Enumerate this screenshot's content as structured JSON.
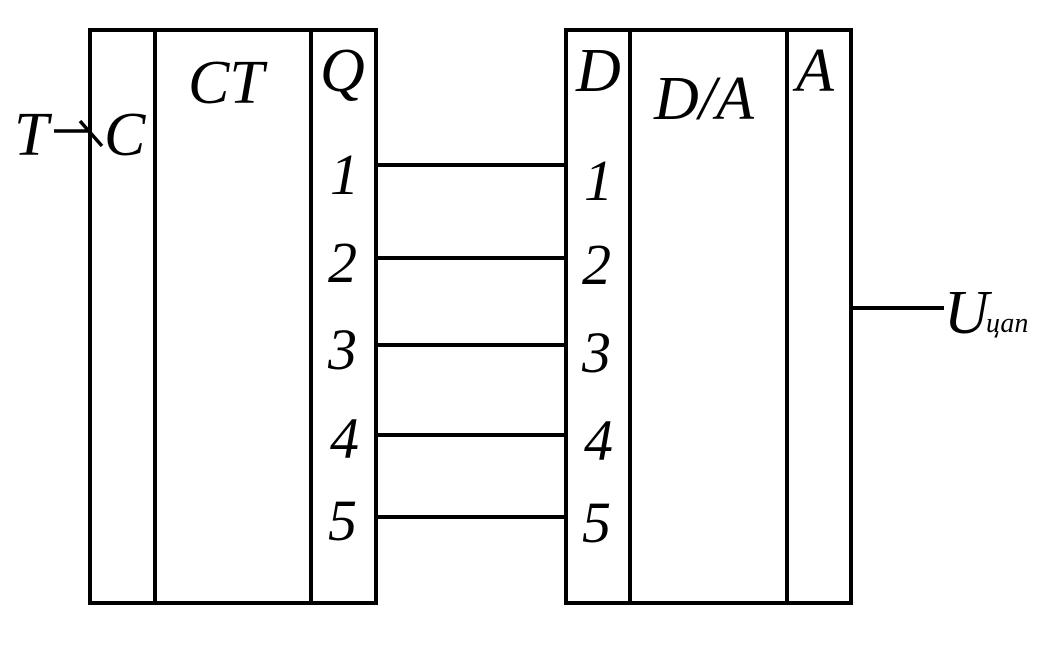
{
  "counter": {
    "input_signal": "T",
    "clock_label": "C",
    "title": "CT",
    "output_header": "Q",
    "outputs": [
      "1",
      "2",
      "3",
      "4",
      "5"
    ]
  },
  "dac": {
    "input_header": "D",
    "title": "D/A",
    "output_header": "A",
    "inputs": [
      "1",
      "2",
      "3",
      "4",
      "5"
    ],
    "output_signal": "U",
    "output_signal_subscript": "цап"
  },
  "colors": {
    "stroke": "#000000",
    "background": "#ffffff"
  }
}
